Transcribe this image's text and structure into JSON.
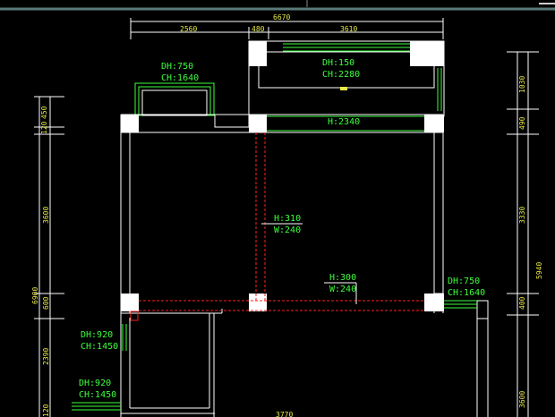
{
  "drawing": {
    "overall_dim": "6670",
    "top_dims": [
      "2560",
      "480",
      "3610"
    ],
    "labels": {
      "balcony_left_dh": "DH:750",
      "balcony_left_ch": "CH:1640",
      "balcony_top_dh": "DH:150",
      "balcony_top_ch": "CH:2280",
      "beam_top": "H:2340",
      "beam_mid_h": "H:310",
      "beam_mid_w": "W:240",
      "beam_low_h": "H:300",
      "beam_low_w": "W:240",
      "window_right_dh": "DH:750",
      "window_right_ch": "CH:1640",
      "window_left1_dh": "DH:920",
      "window_left1_ch": "CH:1450",
      "window_left2_dh": "DH:920",
      "window_left2_ch": "CH:1450",
      "bottom_partial": "3770"
    },
    "left_dims": [
      "120",
      "450",
      "3600",
      "600",
      "2390",
      "120"
    ],
    "left_overall": "6900",
    "right_dims": [
      "1030",
      "490",
      "3330",
      "400",
      "3600"
    ],
    "right_overall": "5940",
    "colors": {
      "bg": "#000000",
      "wall": "#ffffff",
      "label": "#3dff3d",
      "dim_text": "#e8e84a",
      "beam_dashed": "#ff2020",
      "window": "#3dff3d"
    }
  }
}
